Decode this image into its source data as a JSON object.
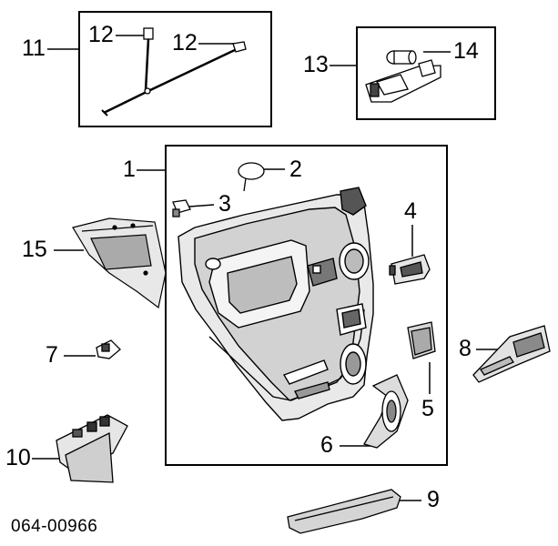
{
  "diagram": {
    "reference_code": "064-00966",
    "callouts": [
      "1",
      "2",
      "3",
      "4",
      "5",
      "6",
      "7",
      "8",
      "9",
      "10",
      "11",
      "12",
      "12",
      "13",
      "14",
      "15"
    ]
  }
}
